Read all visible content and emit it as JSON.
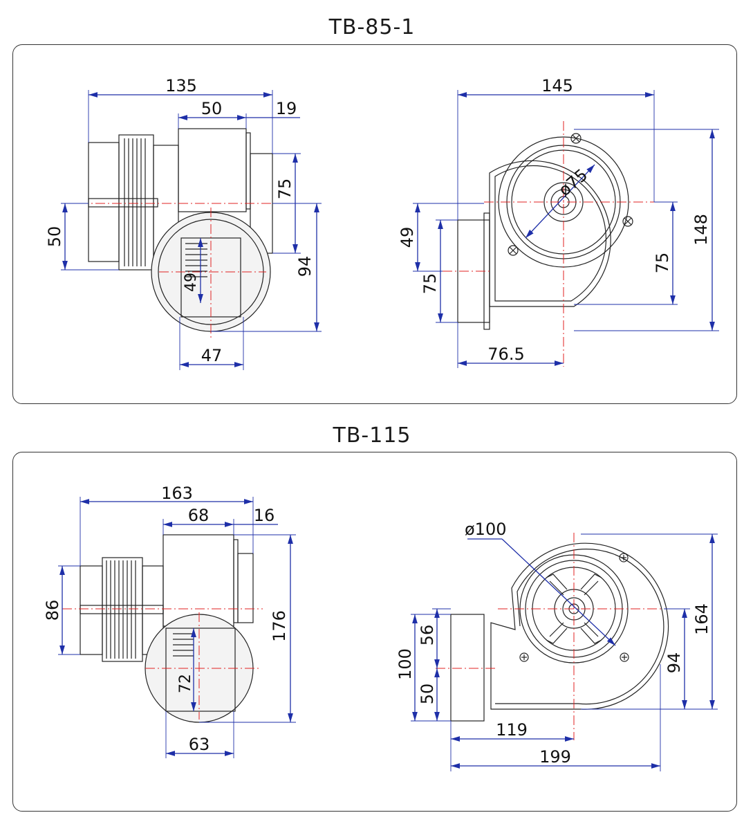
{
  "titles": {
    "top": "TB-85-1",
    "bottom": "TB-115"
  },
  "colors": {
    "dimension": "#1e2fa8",
    "centerline": "#e02020",
    "outline": "#222222"
  },
  "tb85": {
    "side": {
      "d135": "135",
      "d50a": "50",
      "d19": "19",
      "d75": "75",
      "d50b": "50",
      "d94": "94",
      "d49": "49",
      "d47": "47"
    },
    "front": {
      "d145": "145",
      "dia": "ø75",
      "d148": "148",
      "d49": "49",
      "d75a": "75",
      "d75b": "75",
      "d765": "76.5"
    }
  },
  "tb115": {
    "side": {
      "d163": "163",
      "d68": "68",
      "d16": "16",
      "d86": "86",
      "d176": "176",
      "d72": "72",
      "d63": "63"
    },
    "front": {
      "dia": "ø100",
      "d164": "164",
      "d100": "100",
      "d56": "56",
      "d50": "50",
      "d94": "94",
      "d119": "119",
      "d199": "199"
    }
  }
}
